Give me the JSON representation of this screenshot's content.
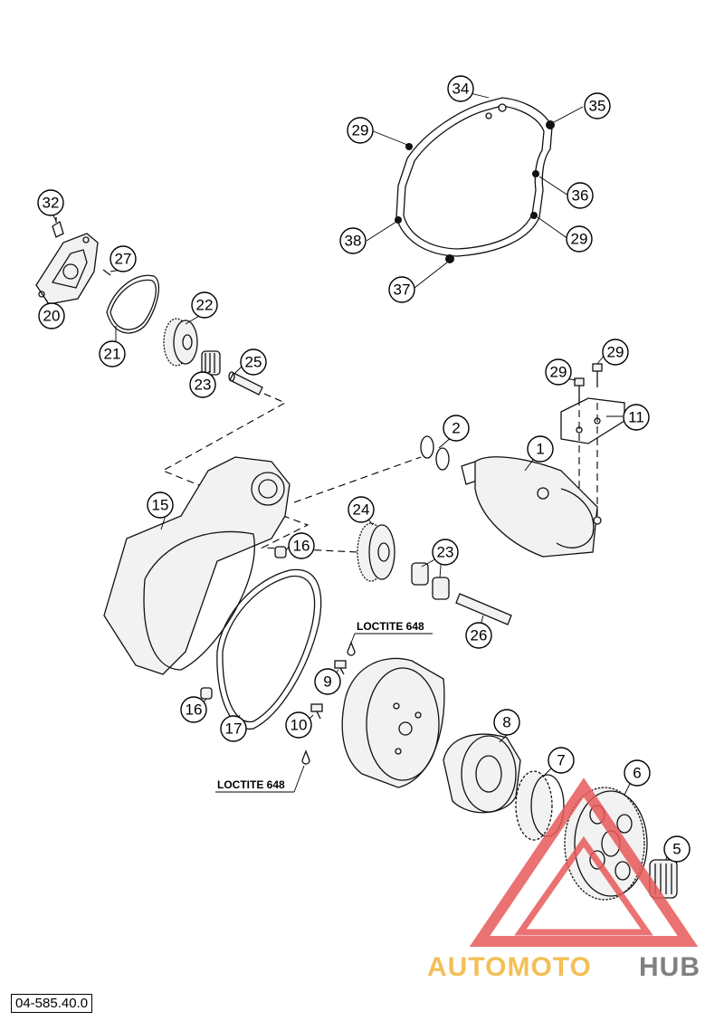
{
  "diagram_code": "04-585.40.0",
  "notes": {
    "loctite_upper": "LOCTITE 648",
    "loctite_lower": "LOCTITE 648"
  },
  "callouts": [
    {
      "id": "c1",
      "label": "1"
    },
    {
      "id": "c2",
      "label": "2"
    },
    {
      "id": "c5",
      "label": "5"
    },
    {
      "id": "c6",
      "label": "6"
    },
    {
      "id": "c7",
      "label": "7"
    },
    {
      "id": "c8",
      "label": "8"
    },
    {
      "id": "c9",
      "label": "9"
    },
    {
      "id": "c10",
      "label": "10"
    },
    {
      "id": "c11",
      "label": "11"
    },
    {
      "id": "c15",
      "label": "15"
    },
    {
      "id": "c16a",
      "label": "16"
    },
    {
      "id": "c16b",
      "label": "16"
    },
    {
      "id": "c17",
      "label": "17"
    },
    {
      "id": "c20",
      "label": "20"
    },
    {
      "id": "c21",
      "label": "21"
    },
    {
      "id": "c22",
      "label": "22"
    },
    {
      "id": "c23a",
      "label": "23"
    },
    {
      "id": "c23b",
      "label": "23"
    },
    {
      "id": "c24",
      "label": "24"
    },
    {
      "id": "c25",
      "label": "25"
    },
    {
      "id": "c26",
      "label": "26"
    },
    {
      "id": "c27",
      "label": "27"
    },
    {
      "id": "c29a",
      "label": "29"
    },
    {
      "id": "c29b",
      "label": "29"
    },
    {
      "id": "c29c",
      "label": "29"
    },
    {
      "id": "c29d",
      "label": "29"
    },
    {
      "id": "c32",
      "label": "32"
    },
    {
      "id": "c34",
      "label": "34"
    },
    {
      "id": "c35",
      "label": "35"
    },
    {
      "id": "c36",
      "label": "36"
    },
    {
      "id": "c37",
      "label": "37"
    },
    {
      "id": "c38",
      "label": "38"
    }
  ],
  "watermark": {
    "text_left": "AUTOMOTO",
    "text_right": "HUB",
    "color_left": "#f2b43a",
    "color_right": "#6b6b6b",
    "triangle_color": "#e85a5a"
  }
}
